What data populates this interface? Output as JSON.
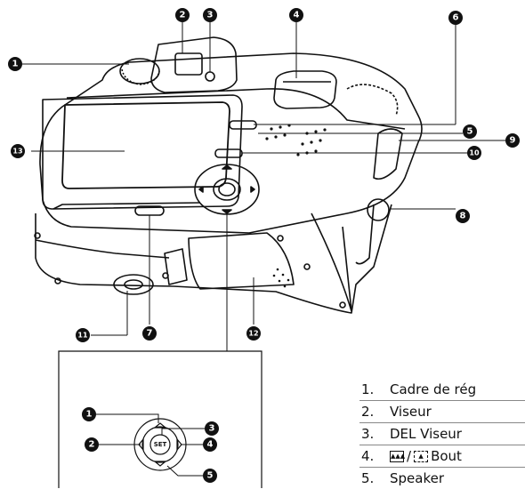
{
  "callouts": {
    "c1": "1",
    "c2": "2",
    "c3": "3",
    "c4": "4",
    "c5": "5",
    "c6": "6",
    "c7": "7",
    "c8": "8",
    "c9": "9",
    "c10": "10",
    "c11": "11",
    "c12": "12",
    "c13": "13"
  },
  "inset": {
    "set_label": "SET",
    "c1": "1",
    "c2": "2",
    "c3": "3",
    "c4": "4",
    "c5": "5"
  },
  "legend": {
    "items": [
      {
        "num": "1.",
        "label": "Cadre de rég"
      },
      {
        "num": "2.",
        "label": "Viseur"
      },
      {
        "num": "3.",
        "label": "DEL Viseur"
      },
      {
        "num": "4.",
        "label": "/ Bout",
        "icons": [
          "zoom-wide-icon",
          "zoom-tele-icon"
        ]
      },
      {
        "num": "5.",
        "label": "Speaker"
      }
    ]
  },
  "colors": {
    "ink": "#111111",
    "paper": "#ffffff",
    "rule": "#888888"
  }
}
